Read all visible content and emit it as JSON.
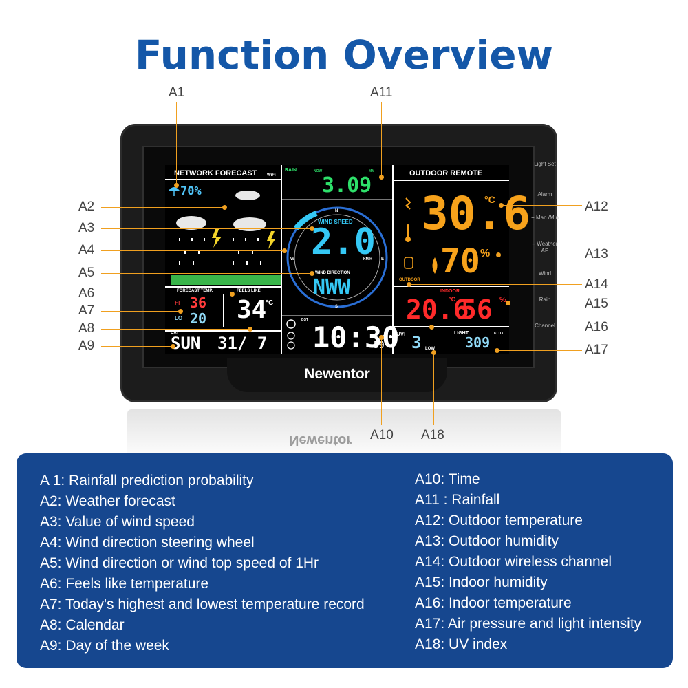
{
  "title": "Function Overview",
  "brand": "Newentor",
  "brand_reflection": "Newentor",
  "side_buttons": [
    "Light Set",
    "Alarm",
    "+ Man /Min",
    "– Weather AP",
    "Wind",
    "Rain",
    "Channel"
  ],
  "screen": {
    "network_forecast": "NETWORK FORECAST",
    "wifi": "WiFi",
    "rain_prob": "70%",
    "rain_label": "RAIN",
    "now": "NOW",
    "mm": "MM",
    "rainfall": "3.09",
    "wind_speed_label": "WIND SPEED",
    "wind_speed": "2.0",
    "kmh": "KM/H",
    "wind_direction_label": "WIND DIRECTION",
    "wind_direction": "NWW",
    "compass_n": "N",
    "compass_s": "S",
    "compass_e": "E",
    "compass_w": "W",
    "forecast_temp": "FORECAST TEMP.",
    "feels_like": "FEELS LIKE",
    "hi_label": "HI",
    "hi": "36",
    "lo_label": "LO",
    "lo": "20",
    "feels": "34",
    "deg_c": "°C",
    "day": "SUN",
    "day_label": "DAY",
    "date": "31/ 7",
    "dst": "DST",
    "time": "10:30",
    "seconds": "59",
    "outdoor_remote": "OUTDOOR REMOTE",
    "outdoor_temp": "30.6",
    "outdoor_hum": "70",
    "percent": "%",
    "outdoor_label": "OUTDOOR",
    "indoor_label": "INDOOR",
    "indoor_temp": "20.6",
    "indoor_hum": "56",
    "uvi_label": "UVI",
    "uvi": "3",
    "uv_level": "LOW",
    "light_label": "LIGHT",
    "klux": "KLUX",
    "light": "309"
  },
  "labels": {
    "A1": "A1",
    "A2": "A2",
    "A3": "A3",
    "A4": "A4",
    "A5": "A5",
    "A6": "A6",
    "A7": "A7",
    "A8": "A8",
    "A9": "A9",
    "A10": "A10",
    "A11": "A11",
    "A12": "A12",
    "A13": "A13",
    "A14": "A14",
    "A15": "A15",
    "A16": "A16",
    "A17": "A17",
    "A18": "A18"
  },
  "legend_left": [
    "A 1: Rainfall prediction probability",
    "A2: Weather forecast",
    "A3: Value of wind speed",
    "A4: Wind direction steering wheel",
    "A5: Wind direction or wind top speed of 1Hr",
    "A6: Feels like temperature",
    "A7: Today's highest and lowest temperature record",
    "A8: Calendar",
    "A9: Day of the week"
  ],
  "legend_right": [
    "A10: Time",
    "A11 : Rainfall",
    "A12: Outdoor temperature",
    "A13: Outdoor humidity",
    "A14: Outdoor wireless channel",
    "A15: Indoor humidity",
    "A16: Indoor temperature",
    "A17: Air pressure and light intensity",
    "A18: UV index"
  ],
  "colors": {
    "title": "#1457a8",
    "panel": "#16478f",
    "leader": "#f0a020",
    "rainfall": "#2ee06a",
    "wind": "#35c8f5",
    "outdoor": "#f7a21b",
    "indoor": "#ff2a2a",
    "cyan": "#8fd8f5"
  }
}
